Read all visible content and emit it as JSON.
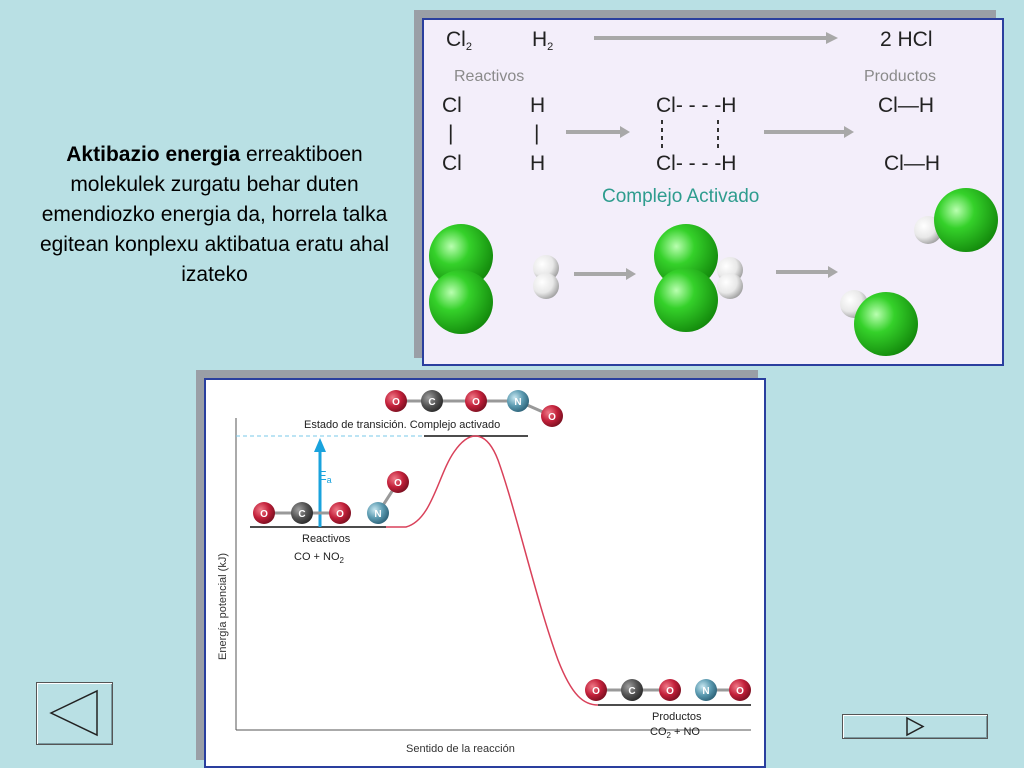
{
  "description": {
    "bold": "Aktibazio energia",
    "rest": " erreaktiboen molekulek zurgatu behar duten emendiozko energia da, horrela talka egitean konplexu aktibatua eratu ahal izateko"
  },
  "top_panel": {
    "eq_cl": "Cl",
    "eq_cl_sub": "2",
    "eq_h": "H",
    "eq_h_sub": "2",
    "eq_product": "2 HCl",
    "reactivos_label": "Reactivos",
    "productos_label": "Productos",
    "r_cl1": "Cl",
    "r_h1": "H",
    "r_bond1": "|",
    "r_bond2": "|",
    "r_cl2": "Cl",
    "r_h2": "H",
    "c_top": "Cl- - - -H",
    "c_bot": "Cl- - - -H",
    "p_top": "Cl—H",
    "p_bot": "Cl—H",
    "complejo_label": "Complejo Activado",
    "colors": {
      "chlorine": "#35d12a",
      "hydrogen": "#f0f0f0",
      "arrow": "#a8a8a8",
      "border": "#2a3f9e",
      "label_teal": "#2e9c8e"
    }
  },
  "energy_diagram": {
    "ylabel": "Energía potencial (kJ)",
    "xlabel": "Sentido de la reacción",
    "transition_label": "Estado de transición. Complejo activado",
    "ea_label": "E",
    "ea_sub": "a",
    "reactants_label": "Reactivos",
    "reactants_formula": "CO + NO",
    "reactants_formula_sub": "2",
    "products_label": "Productos",
    "products_formula": "CO",
    "products_formula_sub": "2",
    "products_formula_rest": " + NO",
    "atoms": {
      "O": "O",
      "C": "C",
      "N": "N"
    },
    "colors": {
      "curve": "#d9415a",
      "ea_arrow": "#1aa3dd",
      "oxygen": "#c2203a",
      "carbon": "#555555",
      "nitrogen": "#5b9ab0"
    }
  },
  "navigation": {
    "prev_icon": "triangle-left-icon",
    "next_icon": "triangle-right-icon"
  }
}
